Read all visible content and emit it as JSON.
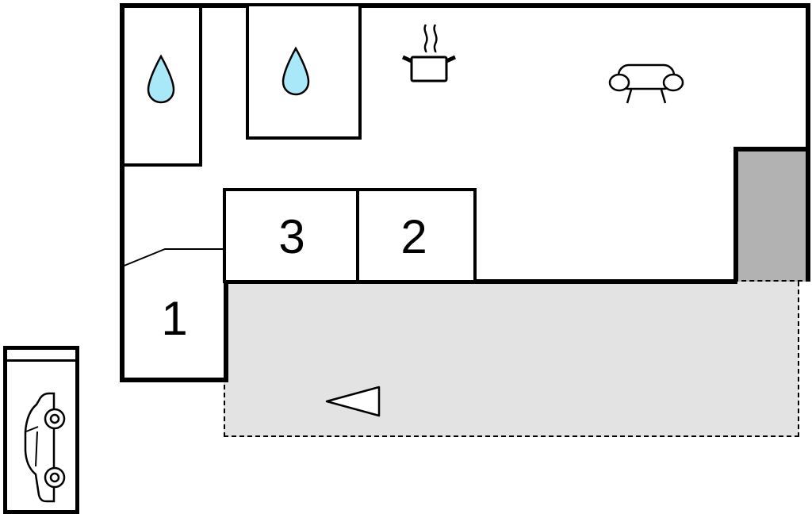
{
  "colors": {
    "wall": "#000000",
    "terrace_fill": "#e3e3e3",
    "block_fill": "#b2b2b2",
    "water_fill": "#a9e8f8",
    "background": "#ffffff",
    "icon_stroke": "#000000",
    "icon_fill": "#ffffff"
  },
  "rooms": {
    "room1": {
      "label": "1"
    },
    "room2": {
      "label": "2"
    },
    "room3": {
      "label": "3"
    }
  },
  "icons": {
    "bathroom_top_left": "water-drop-icon",
    "bathroom_second": "water-drop-icon",
    "kitchen": "cooking-pot-icon",
    "living_room": "sofa-icon",
    "carport": "car-icon",
    "terrace_direction": "left-arrow-icon"
  }
}
